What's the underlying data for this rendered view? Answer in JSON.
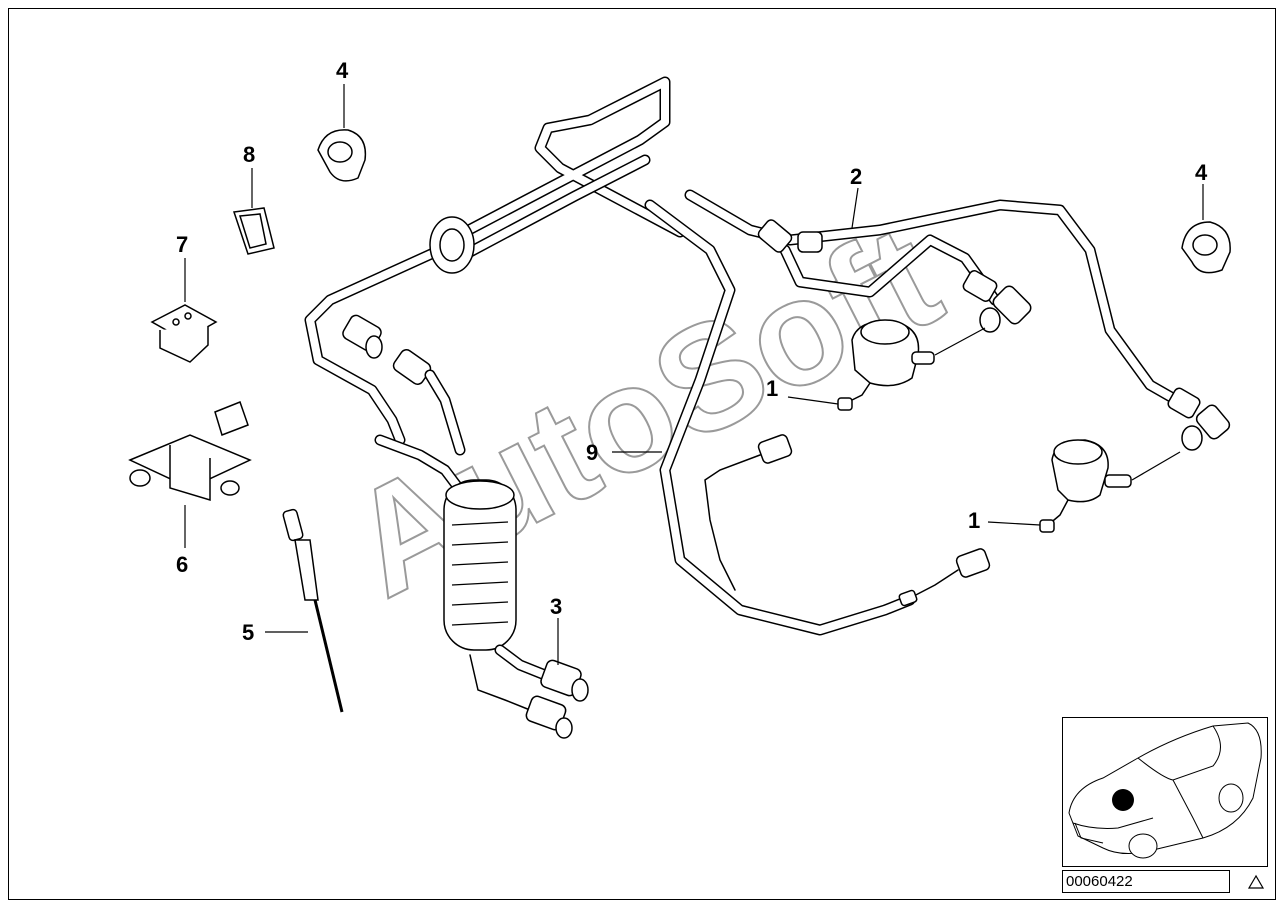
{
  "callouts": {
    "c1a": "1",
    "c1b": "1",
    "c2": "2",
    "c3": "3",
    "c4a": "4",
    "c4b": "4",
    "c5": "5",
    "c6": "6",
    "c7": "7",
    "c8": "8",
    "c9": "9"
  },
  "watermark": "AutoSoft",
  "diagram_number": "00060422",
  "icons": {
    "locator": "car-locator-icon",
    "warning": "triangle-icon"
  },
  "colors": {
    "line": "#000000",
    "watermark": "#9a9a9a",
    "background": "#ffffff"
  }
}
